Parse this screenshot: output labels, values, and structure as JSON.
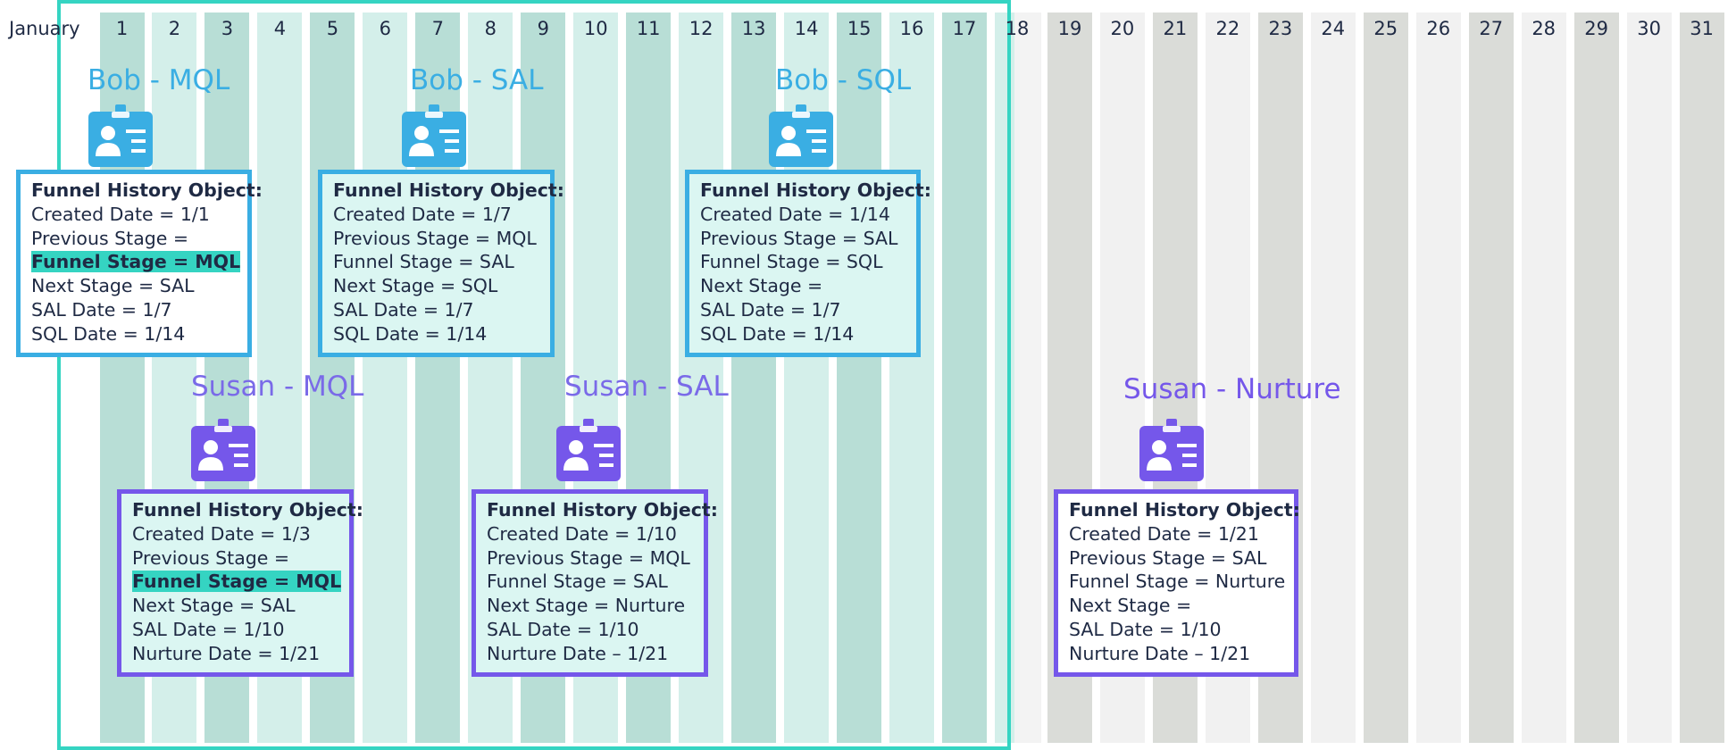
{
  "calendar": {
    "month": "January",
    "days": [
      "1",
      "2",
      "3",
      "4",
      "5",
      "6",
      "7",
      "8",
      "9",
      "10",
      "11",
      "12",
      "13",
      "14",
      "15",
      "16",
      "17",
      "18",
      "19",
      "20",
      "21",
      "22",
      "23",
      "24",
      "25",
      "26",
      "27",
      "28",
      "29",
      "30",
      "31"
    ]
  },
  "colors": {
    "bob": "#3aaee3",
    "susan": "#7557ea",
    "highlight": "#35d4c2",
    "text": "#1f2a44"
  },
  "events": [
    {
      "label": "Bob - MQL",
      "person": "bob",
      "icon": "id-badge-icon",
      "lines": [
        "Funnel History Object:",
        "Created Date = 1/1",
        "Previous Stage =",
        "Funnel Stage = MQL",
        "Next Stage = SAL",
        "SAL Date = 1/7",
        "SQL Date = 1/14"
      ],
      "highlighted_line": 3
    },
    {
      "label": "Bob - SAL",
      "person": "bob",
      "icon": "id-badge-icon",
      "lines": [
        "Funnel History Object:",
        "Created Date = 1/7",
        "Previous Stage = MQL",
        "Funnel Stage = SAL",
        "Next Stage = SQL",
        "SAL Date = 1/7",
        "SQL Date = 1/14"
      ]
    },
    {
      "label": "Bob - SQL",
      "person": "bob",
      "icon": "id-badge-icon",
      "lines": [
        "Funnel History Object:",
        "Created Date = 1/14",
        "Previous Stage = SAL",
        "Funnel Stage = SQL",
        "Next Stage =",
        "SAL Date = 1/7",
        "SQL Date = 1/14"
      ]
    },
    {
      "label": "Susan - MQL",
      "person": "susan",
      "icon": "id-badge-icon",
      "lines": [
        "Funnel History Object:",
        "Created Date = 1/3",
        "Previous Stage =",
        "Funnel Stage = MQL",
        "Next Stage = SAL",
        "SAL Date = 1/10",
        "Nurture Date = 1/21"
      ],
      "highlighted_line": 3
    },
    {
      "label": "Susan - SAL",
      "person": "susan",
      "icon": "id-badge-icon",
      "lines": [
        "Funnel History Object:",
        "Created Date = 1/10",
        "Previous Stage = MQL",
        "Funnel Stage = SAL",
        "Next Stage = Nurture",
        "SAL Date = 1/10",
        "Nurture Date – 1/21"
      ]
    },
    {
      "label": "Susan - Nurture",
      "person": "susan",
      "icon": "id-badge-icon",
      "lines": [
        "Funnel History Object:",
        "Created Date = 1/21",
        "Previous Stage = SAL",
        "Funnel Stage = Nurture",
        "Next Stage =",
        "SAL Date = 1/10",
        "Nurture Date – 1/21"
      ]
    }
  ]
}
